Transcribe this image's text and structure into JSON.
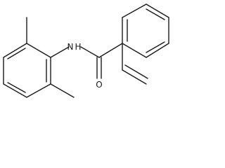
{
  "molecule": {
    "atoms": {
      "nitrogen_label": "N",
      "hydrogen_label": "H",
      "oxygen_label": "O"
    }
  }
}
